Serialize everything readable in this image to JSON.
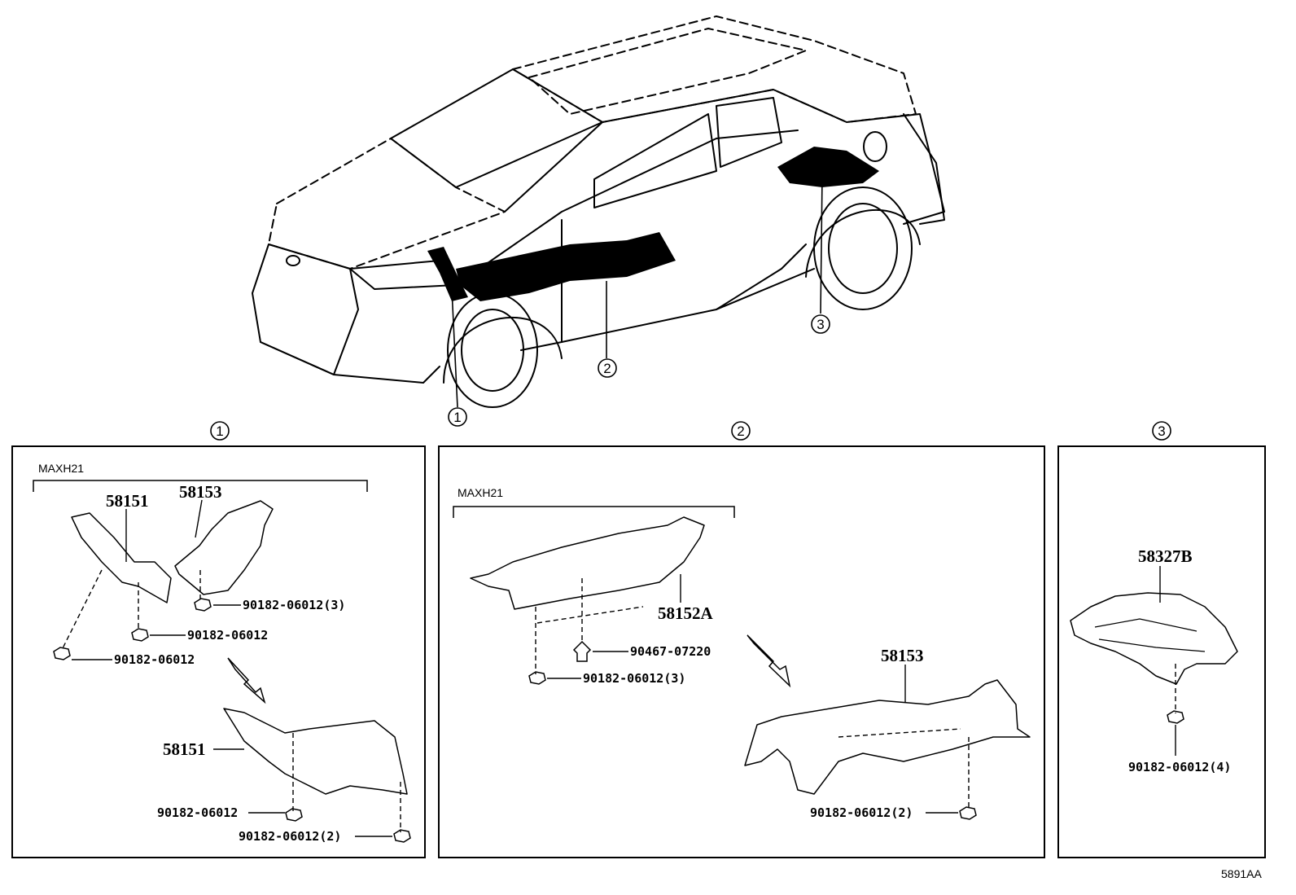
{
  "callouts": {
    "c1": "1",
    "c2": "2",
    "c3": "3"
  },
  "panel1": {
    "header": "1",
    "variant": "MAXH21",
    "parts": {
      "p58151_top": "58151",
      "p58153": "58153",
      "p58151_bottom": "58151"
    },
    "fasteners": {
      "f_top_3": "90182-06012(3)",
      "f_mid": "90182-06012",
      "f_left": "90182-06012",
      "f_low1": "90182-06012",
      "f_low2": "90182-06012(2)"
    }
  },
  "panel2": {
    "header": "2",
    "variant": "MAXH21",
    "parts": {
      "p58152A": "58152A",
      "p58153": "58153"
    },
    "fasteners": {
      "f_clip": "90467-07220",
      "f_nut3": "90182-06012(3)",
      "f_nut2": "90182-06012(2)"
    }
  },
  "panel3": {
    "header": "3",
    "parts": {
      "p58327B": "58327B"
    },
    "fasteners": {
      "f_nut4": "90182-06012(4)"
    }
  },
  "figure_code": "5891AA"
}
